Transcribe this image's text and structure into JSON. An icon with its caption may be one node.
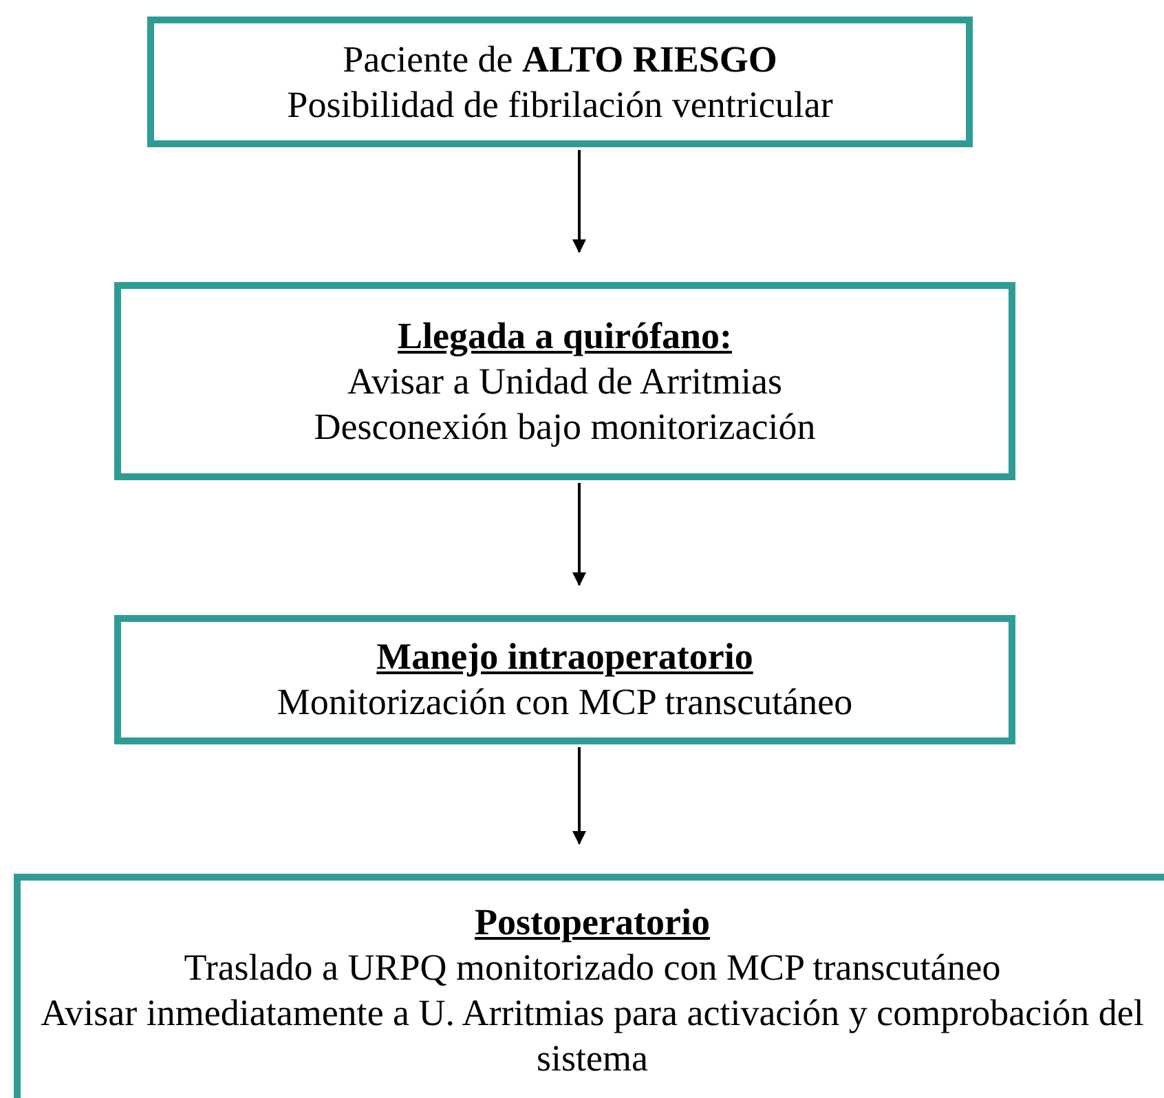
{
  "diagram": {
    "nodes": [
      {
        "text": [
          "Paciente de **ALTO RIESGO**",
          "Posibilidad de fibrilación ventricular"
        ]
      },
      {
        "text": [
          "Llegada a quirófano:",
          "Avisar a Unidad de Arritmias",
          "Desconexión bajo monitorización"
        ]
      },
      {
        "text": [
          "Manejo intraoperatorio",
          "Monitorización con MCP transcutáneo"
        ]
      },
      {
        "text": [
          "Postoperatorio",
          "Traslado a URPQ monitorizado con MCP transcutáneo",
          "Avisar inmediatamente a U. Arritmias para activación y comprobación del sistema"
        ]
      }
    ],
    "edges": [
      {
        "from": 0,
        "to": 1,
        "arrow": "to"
      },
      {
        "from": 1,
        "to": 2,
        "arrow": "to"
      },
      {
        "from": 2,
        "to": 3,
        "arrow": "to"
      }
    ]
  }
}
